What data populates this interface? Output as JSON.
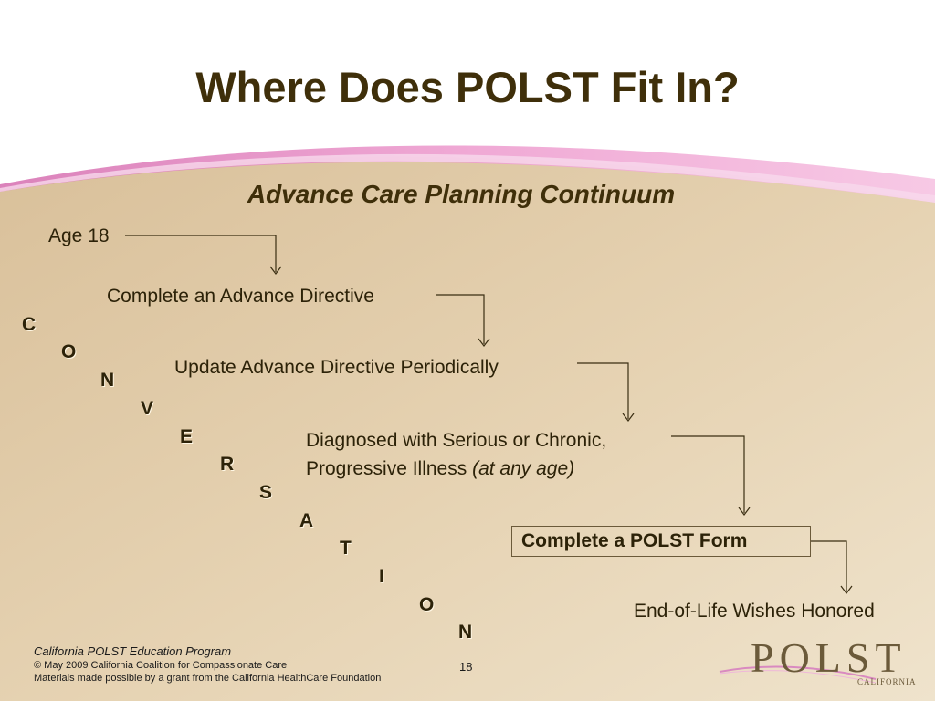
{
  "slide": {
    "title": "Where Does POLST Fit In?",
    "subtitle": "Advance Care Planning Continuum",
    "steps": [
      "Age 18",
      "Complete an Advance Directive",
      "Update Advance Directive Periodically",
      "Diagnosed with Serious or Chronic,",
      "Progressive Illness",
      "(at any age)",
      "Complete a POLST Form",
      "End-of-Life Wishes Honored"
    ],
    "conversation_letters": [
      "C",
      "O",
      "N",
      "V",
      "E",
      "R",
      "S",
      "A",
      "T",
      "I",
      "O",
      "N"
    ],
    "footer": {
      "program": "California POLST Education Program",
      "copyright": "© May 2009 California Coalition for Compassionate Care",
      "grant": "Materials made possible by a grant from the California HealthCare Foundation",
      "page_number": "18"
    },
    "logo": {
      "text": "POLST",
      "subtext": "CALIFORNIA"
    },
    "colors": {
      "title": "#3f2f0a",
      "background_tan": "#e2cda8",
      "swoosh_pink": "#e98ec5"
    }
  }
}
